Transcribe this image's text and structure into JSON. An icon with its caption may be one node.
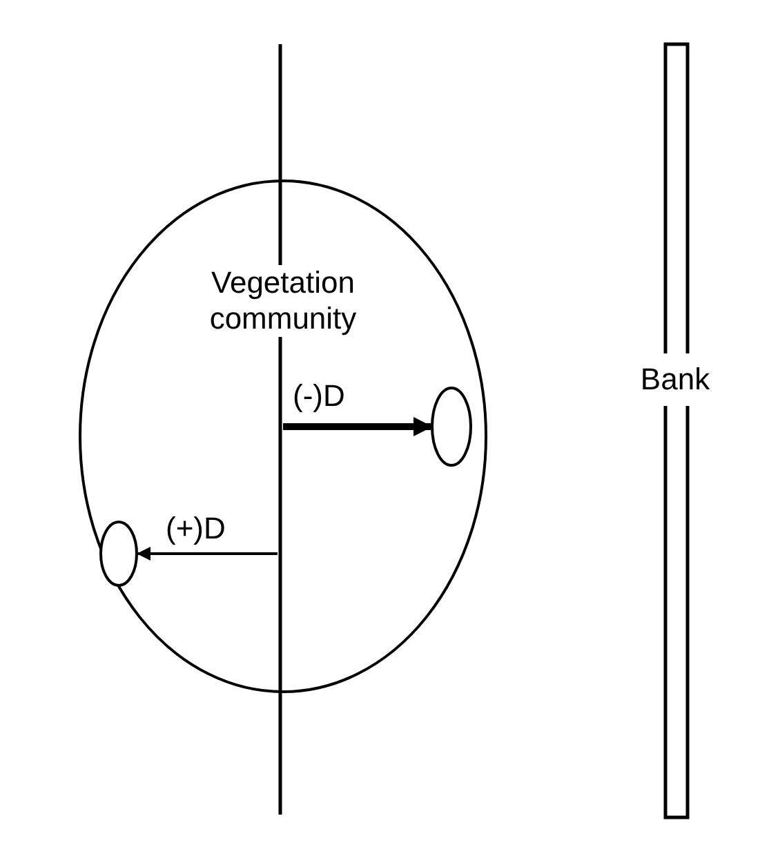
{
  "diagram": {
    "nodes": [
      {
        "text": [
          "Vegetation community"
        ]
      },
      {
        "text": [],
        "shape": "line"
      },
      {
        "text": [],
        "shape": "ellipse",
        "in": 0
      },
      {
        "text": [],
        "shape": "ellipse",
        "in": 0
      },
      {
        "text": [
          "Bank"
        ]
      }
    ],
    "edges": [
      {
        "from": 1,
        "to": 2,
        "arrow": "to",
        "label": "(-)D",
        "style": "thick"
      },
      {
        "from": 1,
        "to": 3,
        "arrow": "to",
        "label": "(+)D"
      }
    ]
  }
}
